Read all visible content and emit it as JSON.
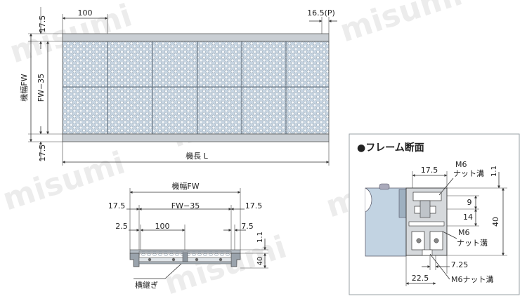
{
  "top_view": {
    "dim_17_5_top": "17.5",
    "dim_100": "100",
    "dim_16_5p": "16.5(P)",
    "label_machine_width": "機幅FW",
    "label_fw_35": "FW−35",
    "dim_17_5_bottom": "17.5",
    "label_machine_length": "機長 L"
  },
  "side_view": {
    "label_machine_width": "機幅FW",
    "dim_17_5_left": "17.5",
    "label_fw_35": "FW−35",
    "dim_17_5_right": "17.5",
    "dim_2_5": "2.5",
    "dim_100": "100",
    "dim_7_5": "7.5",
    "dim_1_1": "1.1",
    "dim_40": "40",
    "label_cross_joint": "横継ぎ"
  },
  "frame_section": {
    "title": "●フレーム断面",
    "dim_17_5": "17.5",
    "label_m6_top": "M6",
    "label_nut_groove_top": "ナット溝",
    "dim_1_1": "1.1",
    "dim_9": "9",
    "dim_14": "14",
    "dim_40": "40",
    "label_m6_mid": "M6",
    "label_nut_groove_mid": "ナット溝",
    "dim_7_25": "7.25",
    "dim_22_5": "22.5",
    "label_m6_nut_groove": "M6ナット溝"
  },
  "watermark": "misumi"
}
